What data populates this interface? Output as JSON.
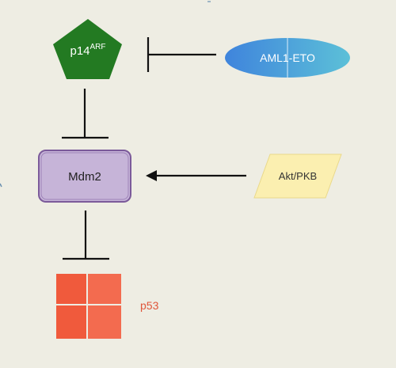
{
  "nodes": {
    "p14arf": {
      "label": "p14",
      "superscript": "ARF",
      "color": "#237a22"
    },
    "aml1eto": {
      "label": "AML1-ETO",
      "color": "#4aa8d8"
    },
    "mdm2": {
      "label": "Mdm2",
      "color": "#c6b4d8"
    },
    "akt": {
      "label": "Akt/PKB",
      "color": "#fbefb0"
    },
    "p53": {
      "label": "p53",
      "color": "#f05a3c"
    }
  },
  "edges": [
    {
      "from": "aml1eto",
      "to": "p14arf",
      "type": "inhibition"
    },
    {
      "from": "p14arf",
      "to": "mdm2",
      "type": "inhibition"
    },
    {
      "from": "akt",
      "to": "mdm2",
      "type": "activation"
    },
    {
      "from": "mdm2",
      "to": "p53",
      "type": "inhibition"
    }
  ]
}
